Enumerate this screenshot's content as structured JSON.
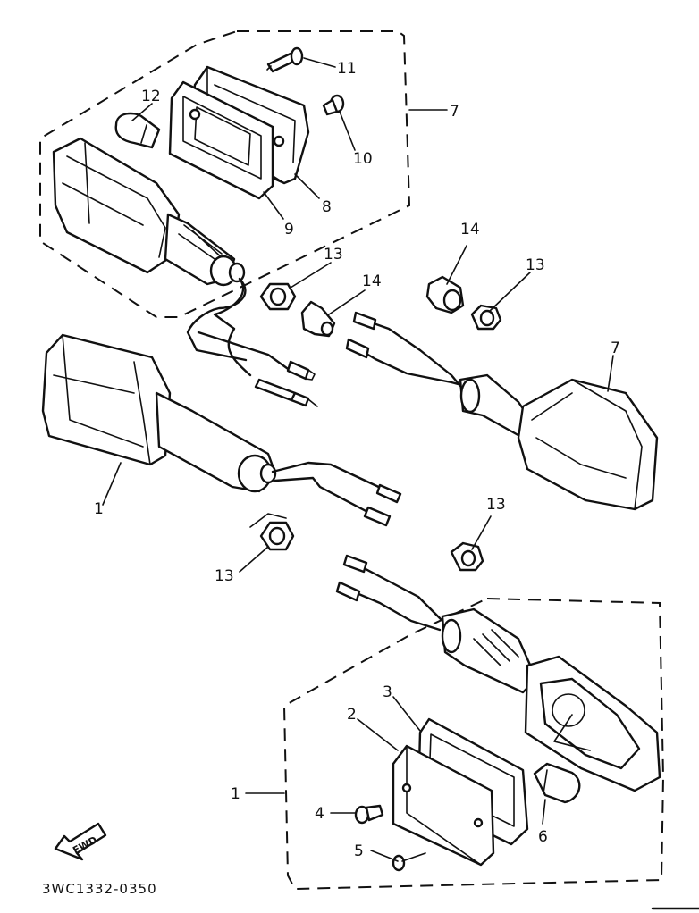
{
  "diagram_code": "3WC1332-0350",
  "fwd_label": "FWD",
  "labels": {
    "p1_left": "1",
    "p1_group": "1",
    "p2": "2",
    "p3": "3",
    "p4": "4",
    "p5": "5",
    "p6": "6",
    "p7_group": "7",
    "p7_right": "7",
    "p8": "8",
    "p9": "9",
    "p10": "10",
    "p11": "11",
    "p12": "12",
    "p13_a": "13",
    "p13_b": "13",
    "p13_c": "13",
    "p13_d": "13",
    "p14_a": "14",
    "p14_b": "14"
  }
}
